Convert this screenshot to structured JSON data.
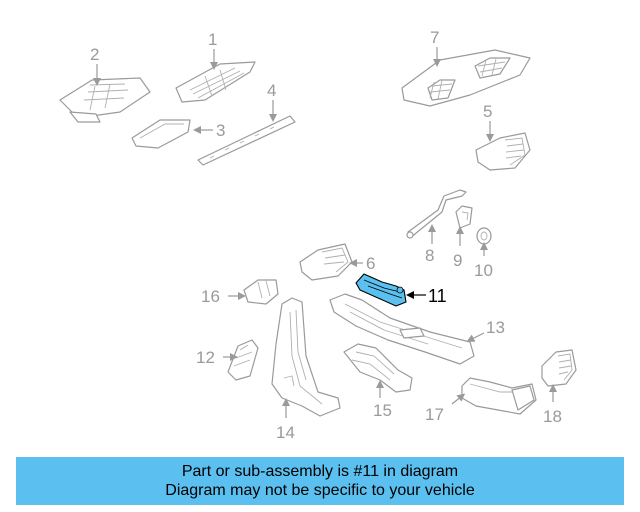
{
  "diagram": {
    "callouts": [
      "1",
      "2",
      "3",
      "4",
      "5",
      "6",
      "7",
      "8",
      "9",
      "10",
      "11",
      "12",
      "13",
      "14",
      "15",
      "16",
      "17",
      "18"
    ],
    "highlighted": "11",
    "highlight_color": "#5bc0ef"
  },
  "banner": {
    "line1": "Part or sub-assembly is #11 in diagram",
    "line2": "Diagram may not be specific to your vehicle",
    "background": "#5bc0ef"
  }
}
